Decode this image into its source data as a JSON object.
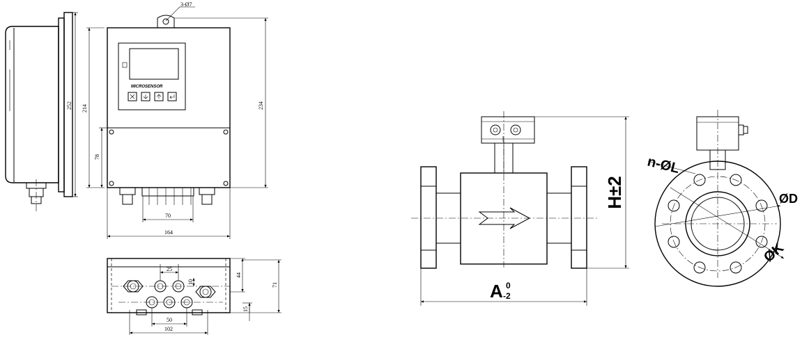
{
  "converter": {
    "brand": "MICROSENSOR",
    "dims": {
      "hole": "3-Ø7",
      "depth": "252",
      "mount_height": "214",
      "total_height": "234",
      "lower_height": "78",
      "gland_span": "70",
      "width": "164",
      "bottom_pitch": "25",
      "bottom_offset": "10",
      "bottom_gland_pitch": "50",
      "bottom_overall": "102",
      "bottom_height": "44",
      "bottom_total": "71",
      "bottom_base": "15"
    }
  },
  "sensor": {
    "labels": {
      "length": "A",
      "length_tol_upper": "0",
      "length_tol_lower": "-2",
      "height": "H±2",
      "bolt_holes": "n-ØL",
      "outer_diameter": "ØD",
      "bolt_circle": "ØK"
    }
  }
}
